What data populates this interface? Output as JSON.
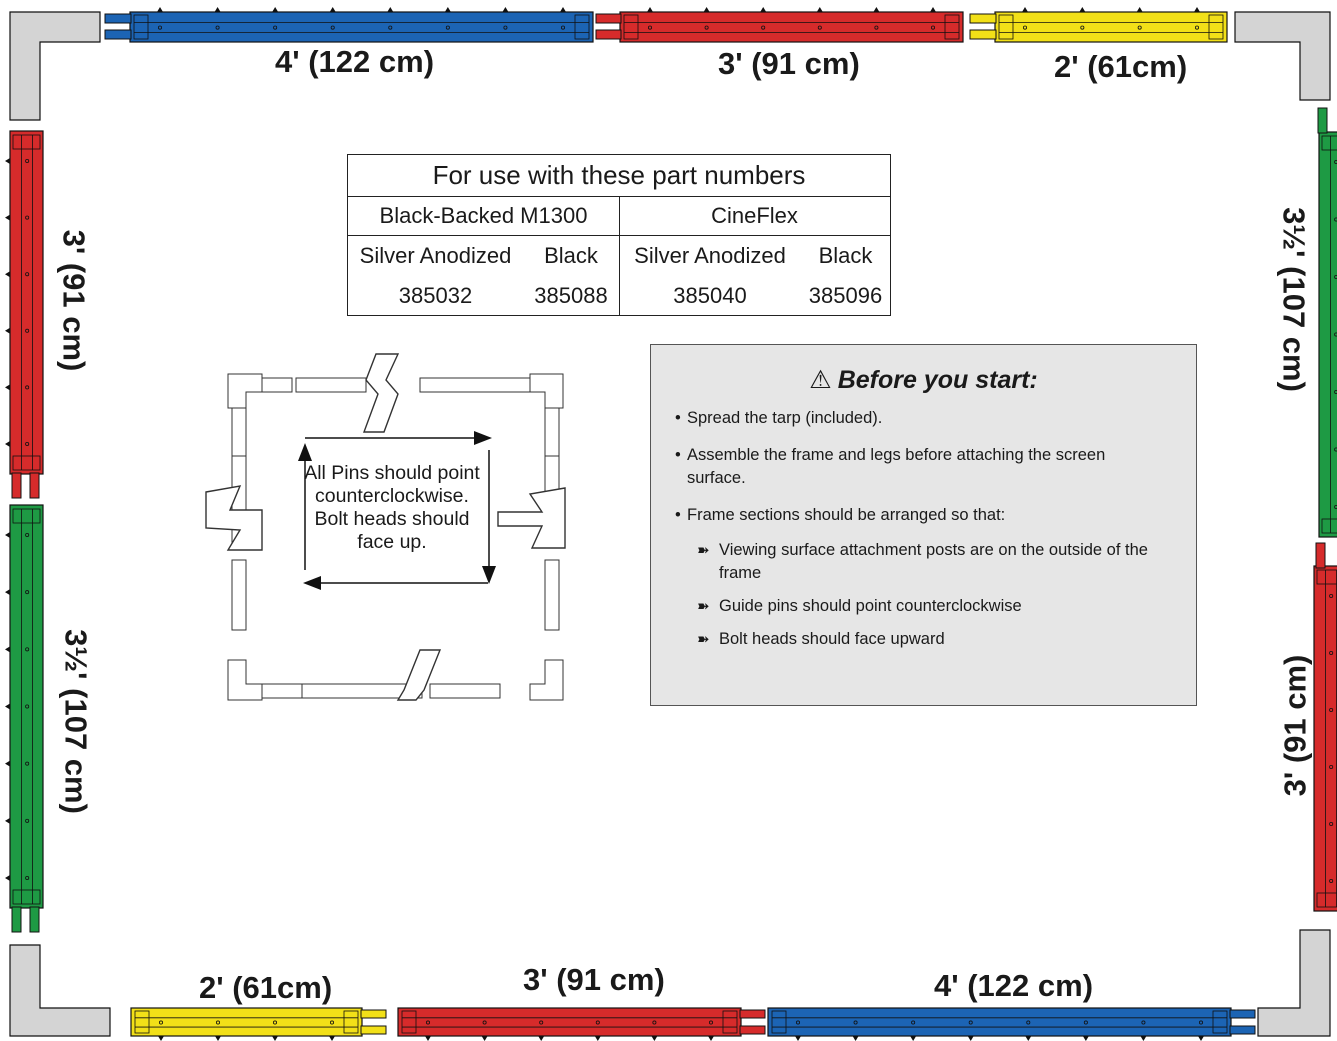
{
  "frame_sections": [
    {
      "side": "top",
      "color": "#1c64b4",
      "label": "4' (122 cm)"
    },
    {
      "side": "top",
      "color": "#d62b2b",
      "label": "3' (91 cm)"
    },
    {
      "side": "top",
      "color": "#f2e018",
      "label": "2' (61cm)"
    },
    {
      "side": "left",
      "color": "#d62b2b",
      "label": "3' (91 cm)"
    },
    {
      "side": "left",
      "color": "#1e9a44",
      "label": "3½' (107 cm)"
    },
    {
      "side": "right",
      "color": "#1e9a44",
      "label": "3½' (107 cm)"
    },
    {
      "side": "right",
      "color": "#d62b2b",
      "label": "3' (91 cm)"
    },
    {
      "side": "bottom",
      "color": "#f2e018",
      "label": "2' (61cm)"
    },
    {
      "side": "bottom",
      "color": "#d62b2b",
      "label": "3' (91 cm)"
    },
    {
      "side": "bottom",
      "color": "#1c64b4",
      "label": "4' (122 cm)"
    }
  ],
  "corner_color": "#d4d4d4",
  "parts_table": {
    "title": "For use with these part numbers",
    "groups": [
      "Black-Backed M1300",
      "CineFlex"
    ],
    "finishes": [
      "Silver Anodized",
      "Black",
      "Silver Anodized",
      "Black"
    ],
    "part_numbers": [
      "385032",
      "385088",
      "385040",
      "385096"
    ]
  },
  "notes": {
    "icon": "warning-icon",
    "title": "Before you start:",
    "items": [
      "Spread the tarp (included).",
      "Assemble the frame and legs before attaching the screen surface.",
      "Frame sections should be arranged so that:"
    ],
    "sub_items": [
      "Viewing surface attachment posts are on the outside of the frame",
      "Guide pins should point counterclockwise",
      "Bolt heads should face upward"
    ]
  },
  "pins_note": "All Pins should point counterclockwise. Bolt heads should face up."
}
